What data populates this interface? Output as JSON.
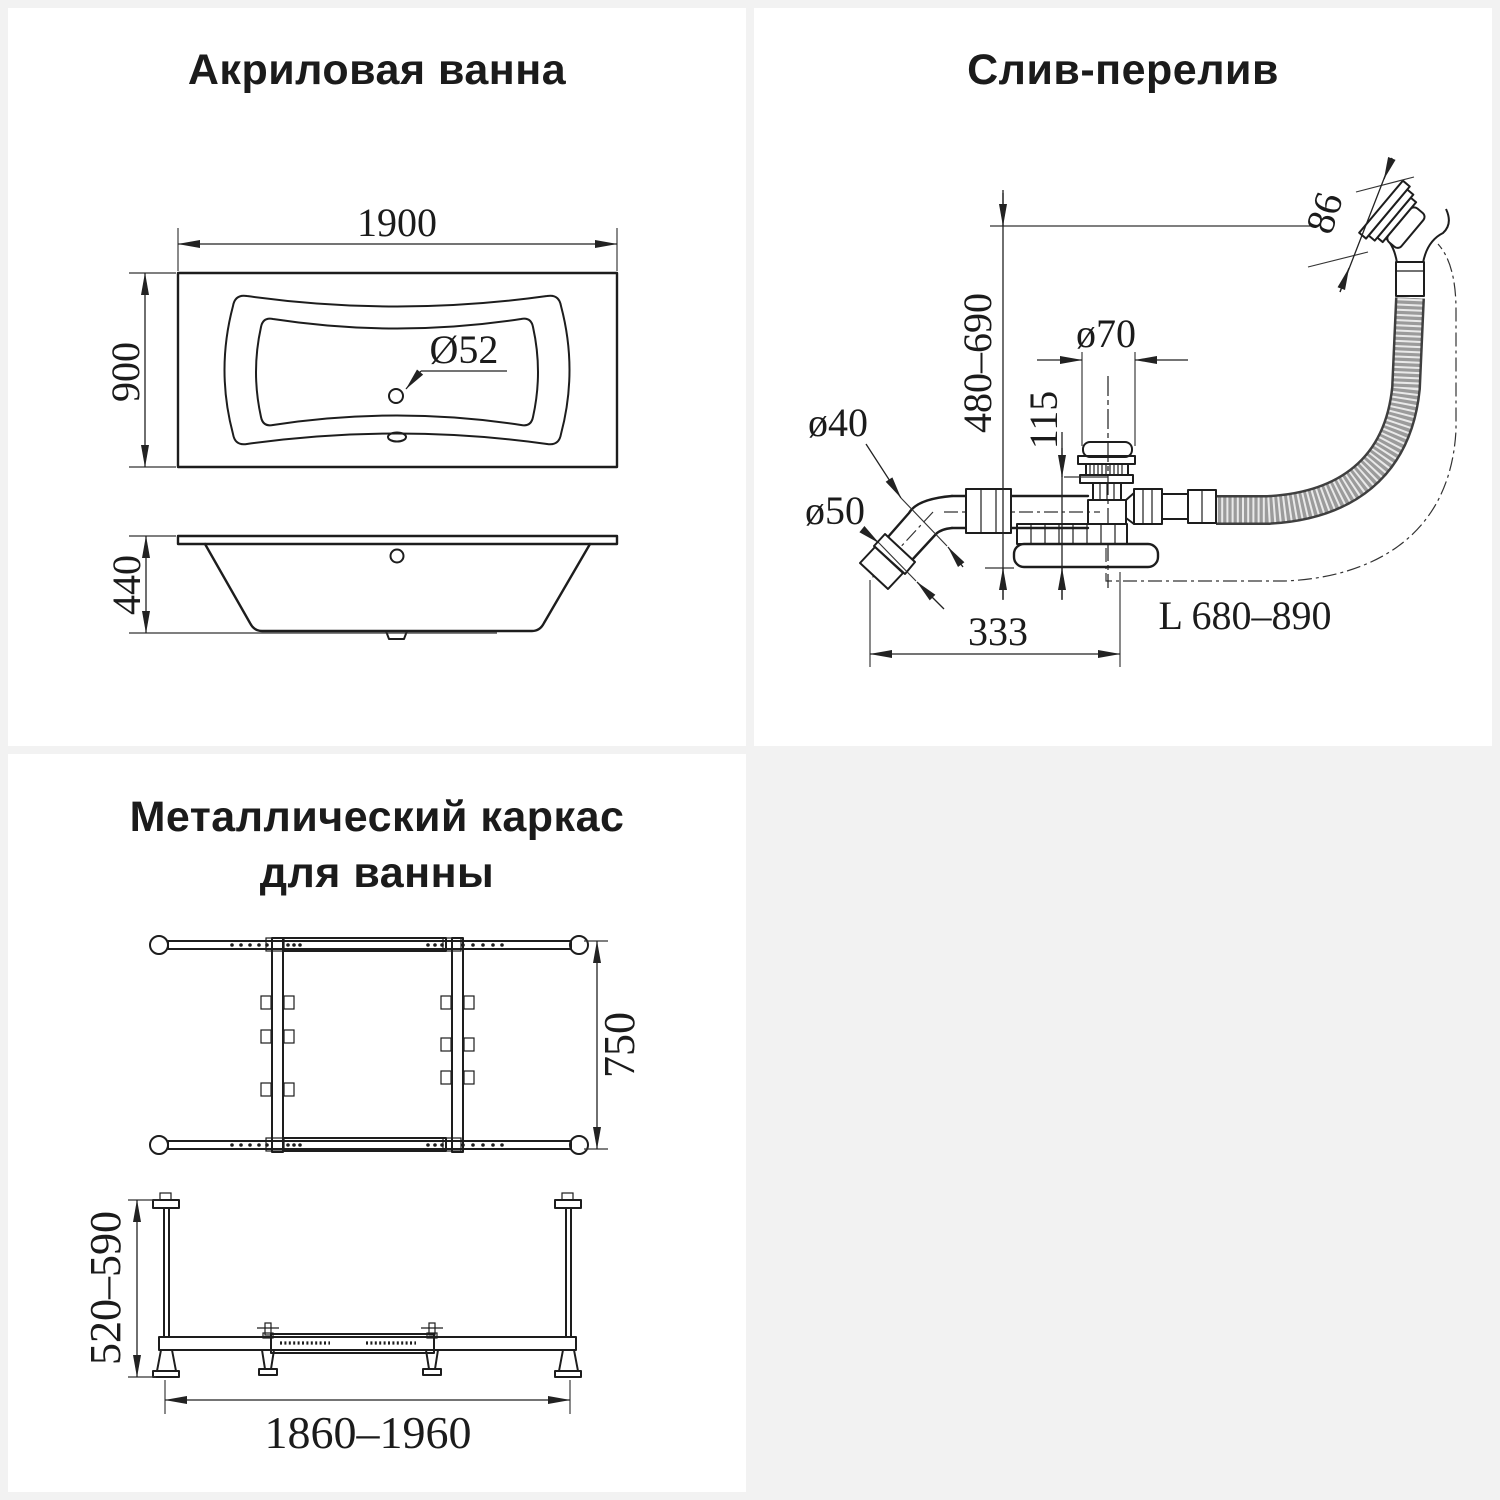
{
  "page": {
    "background": "#f2f2f2",
    "panel_background": "#ffffff",
    "line_color": "#222222",
    "text_color": "#1b1b1b"
  },
  "bathtub_panel": {
    "title": "Акриловая ванна",
    "dim_length": "1900",
    "dim_width": "900",
    "dim_drain_diameter": "Ø52",
    "dim_height": "440"
  },
  "drain_panel": {
    "title": "Слив-перелив",
    "dim_overflow_face": "86",
    "dim_install_height": "480–690",
    "dim_drain_cap": "ø70",
    "dim_body_height": "115",
    "dim_pipe_inner": "ø40",
    "dim_pipe_outer": "ø50",
    "dim_horizontal_offset": "333",
    "dim_hose_length": "L 680–890"
  },
  "frame_panel": {
    "title_line1": "Металлический каркас",
    "title_line2": "для ванны",
    "dim_width": "750",
    "dim_height_range": "520–590",
    "dim_length_range": "1860–1960"
  }
}
